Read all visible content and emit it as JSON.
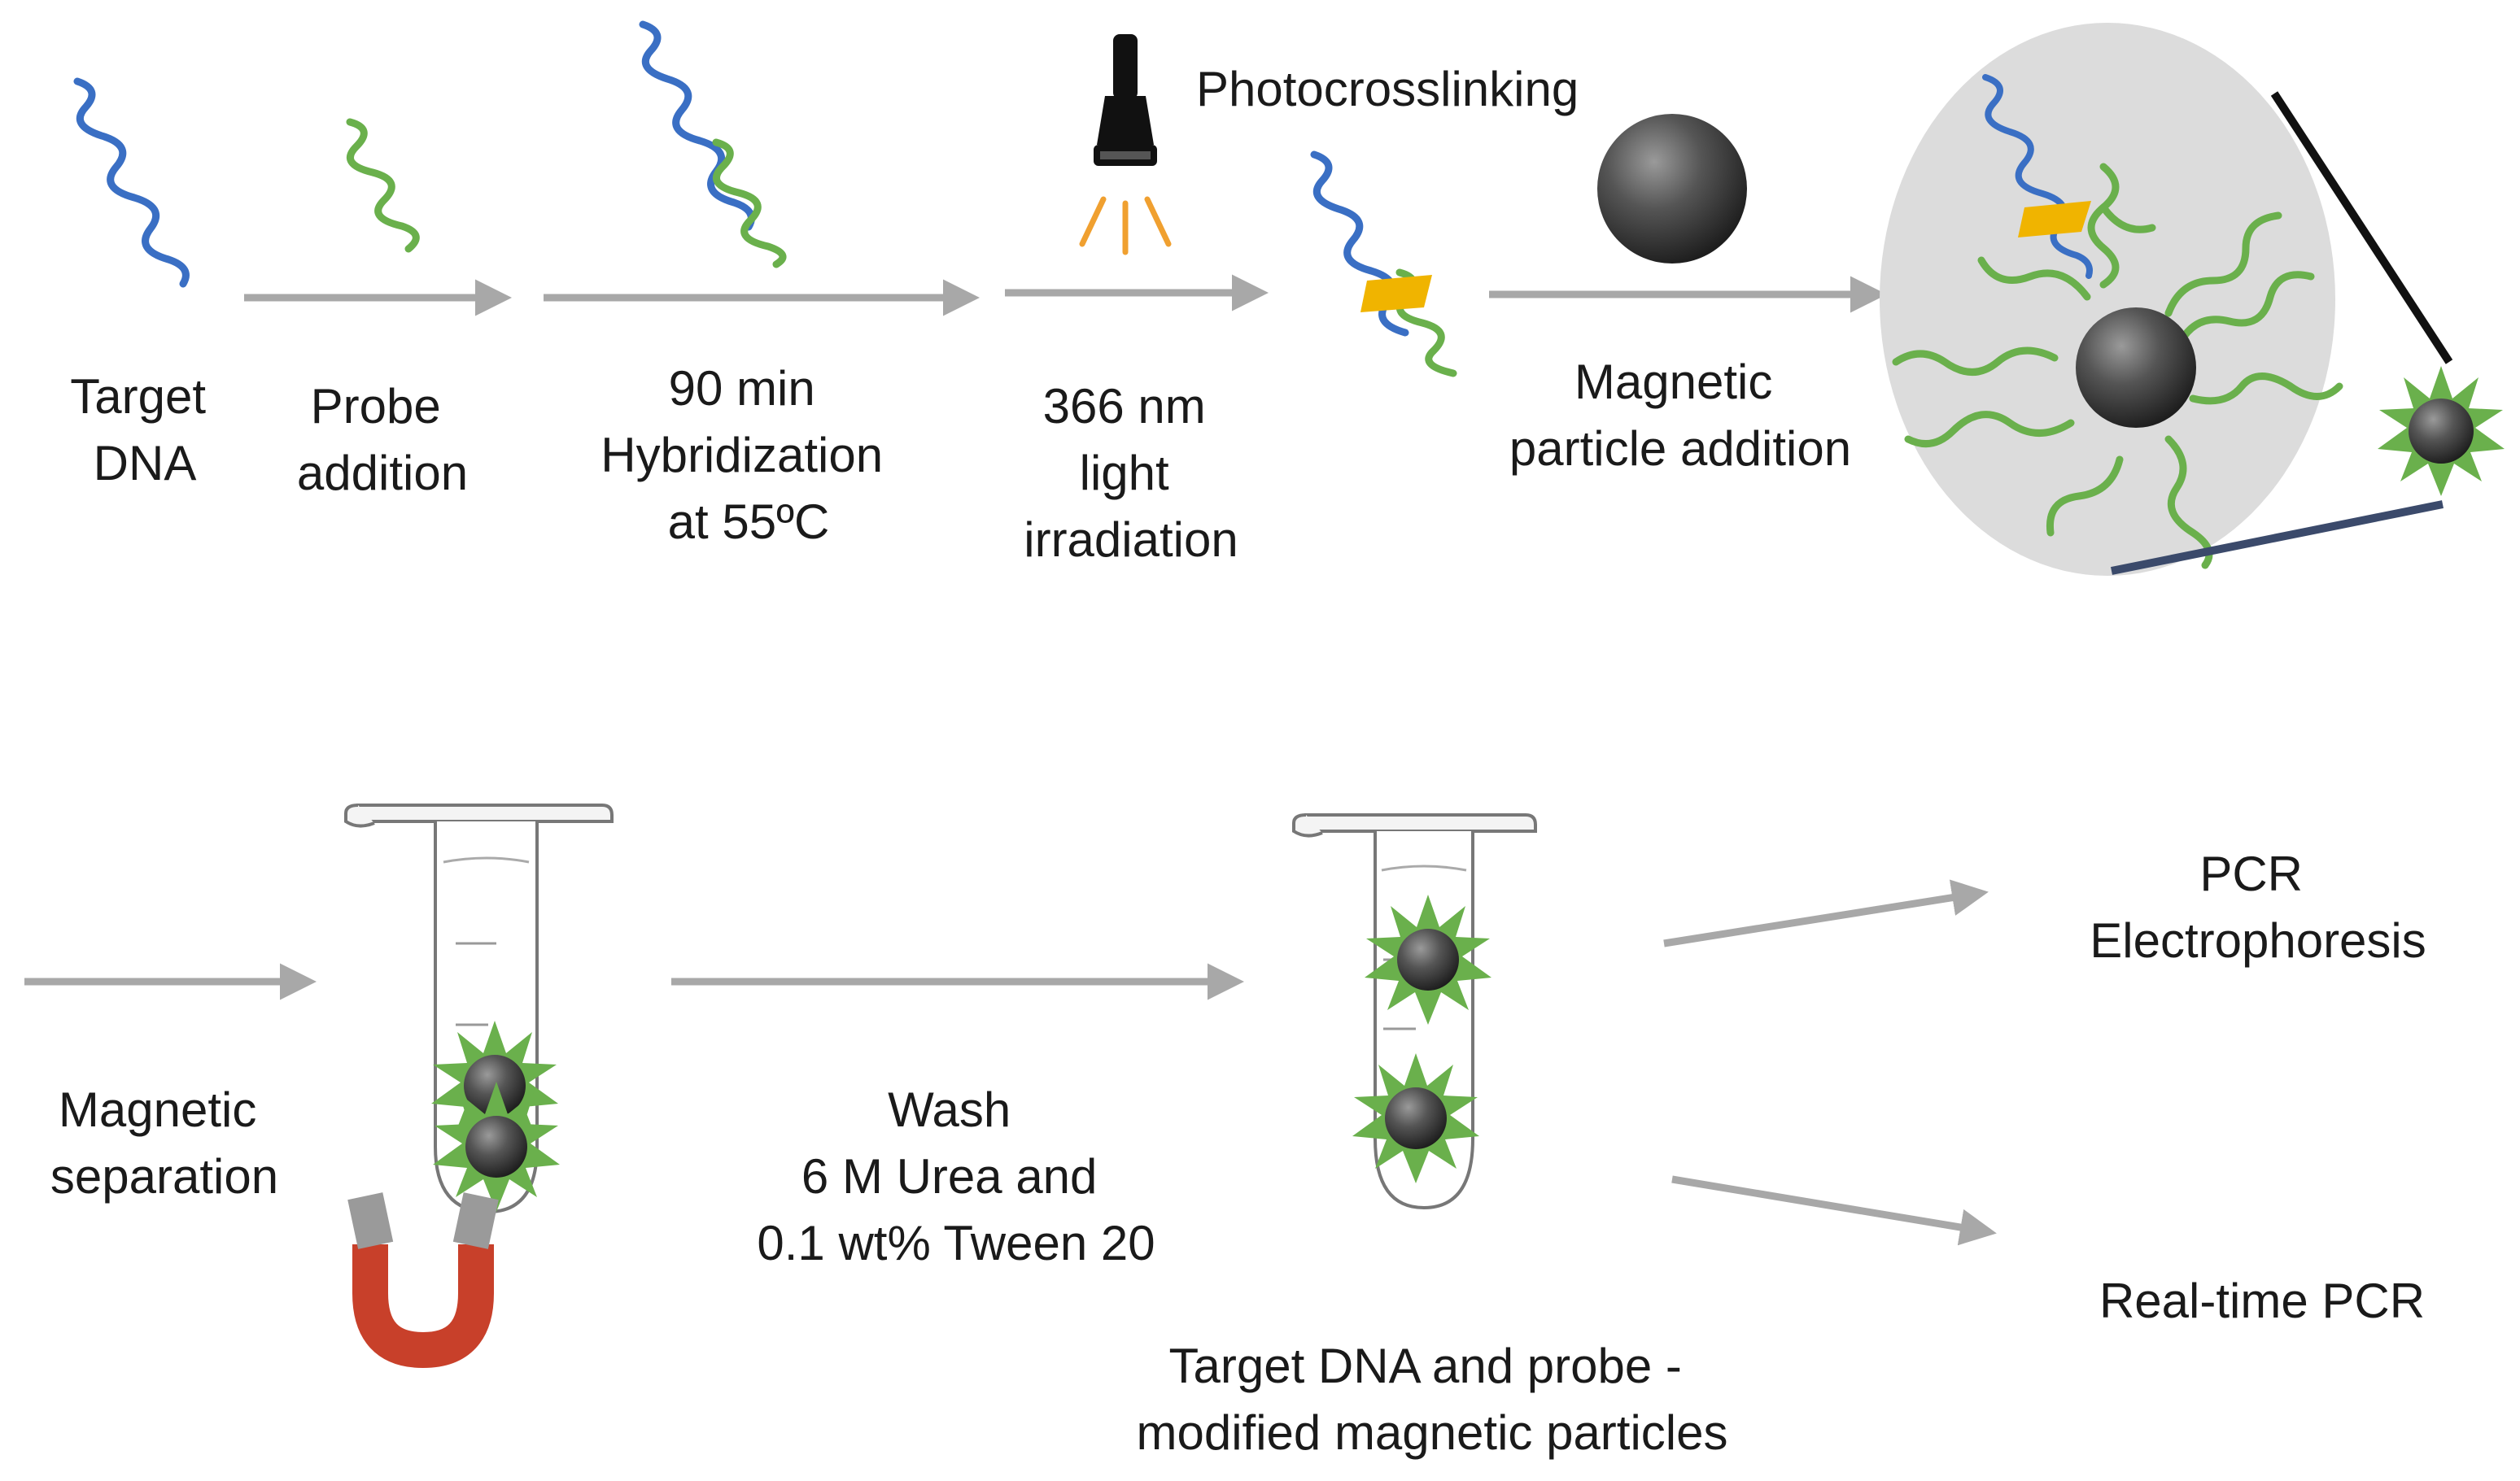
{
  "labels": {
    "target_dna": [
      "Target",
      "DNA"
    ],
    "probe_addition": [
      "Probe",
      "addition"
    ],
    "hybridization": [
      "90 min",
      "Hybridization",
      "at 55ºC"
    ],
    "photocrosslinking": "Photocrosslinking",
    "irradiation": [
      "366 nm",
      "light",
      "irradiation"
    ],
    "magnetic_particle_addition": [
      "Magnetic",
      "particle addition"
    ],
    "magnetic_separation": [
      "Magnetic",
      "separation"
    ],
    "wash": [
      "Wash",
      "6 M Urea and",
      "0.1 wt% Tween 20"
    ],
    "result_caption": [
      "Target DNA and probe -",
      "modified magnetic particles"
    ],
    "pcr_electrophoresis": [
      "PCR",
      "Electrophoresis"
    ],
    "realtime_pcr": "Real-time PCR"
  },
  "colors": {
    "target_strand": "#3a6fc4",
    "probe_strand": "#6ab04c",
    "crosslink": "#f0b400",
    "arrow": "#a8a8a8",
    "particle": "#4a4a4a",
    "zoom_circle": "#dcdcdc",
    "light_rays": "#f0a030",
    "magnet_red": "#c8402a",
    "magnet_gray": "#9a9a9a"
  }
}
